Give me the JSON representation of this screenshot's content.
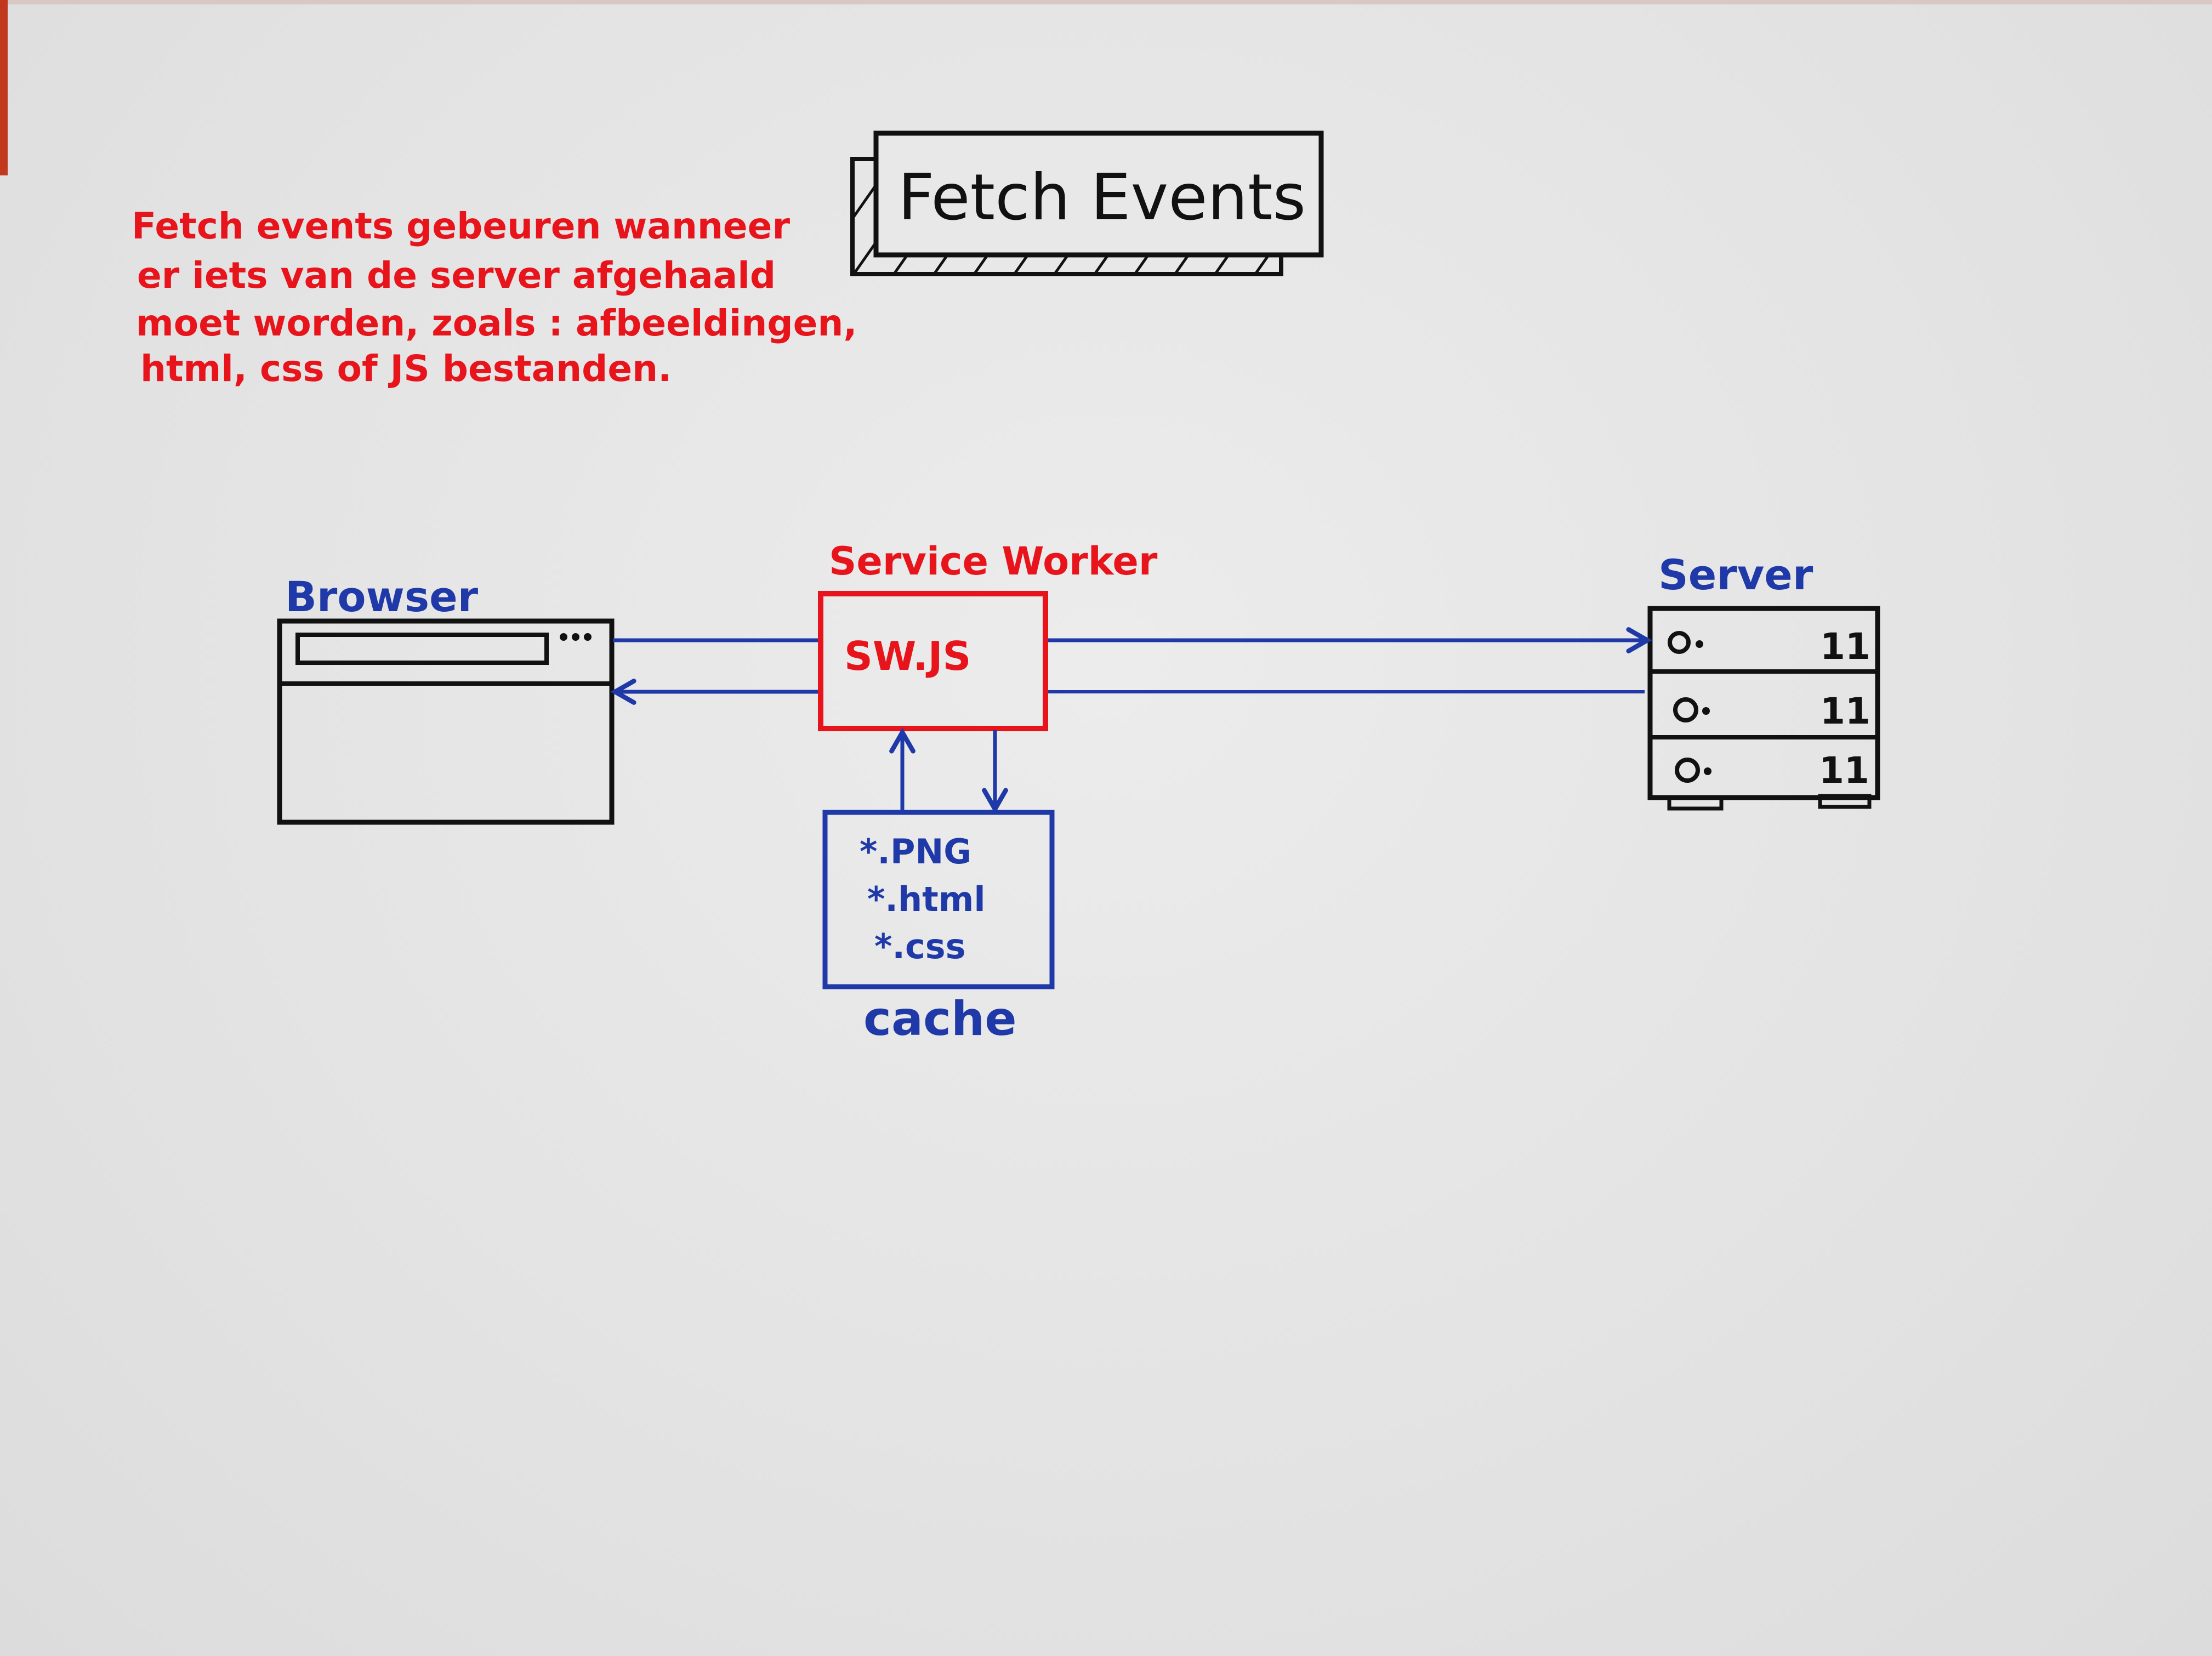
{
  "title": "Fetch Events",
  "note": {
    "lines": [
      "Fetch events gebeuren wanneer",
      "er iets van de server afgehaald",
      "moet worden, zoals : afbeeldingen,",
      "html, css of JS bestanden."
    ]
  },
  "browser": {
    "label": "Browser"
  },
  "service_worker": {
    "label": "Service Worker",
    "file": "SW.JS"
  },
  "server": {
    "label": "Server",
    "rack_mark": "11"
  },
  "cache": {
    "label": "cache",
    "items": [
      "*.PNG",
      "*.html",
      "*.css"
    ]
  },
  "colors": {
    "red": "#e8141c",
    "blue": "#1f3aa8",
    "black": "#111111"
  }
}
